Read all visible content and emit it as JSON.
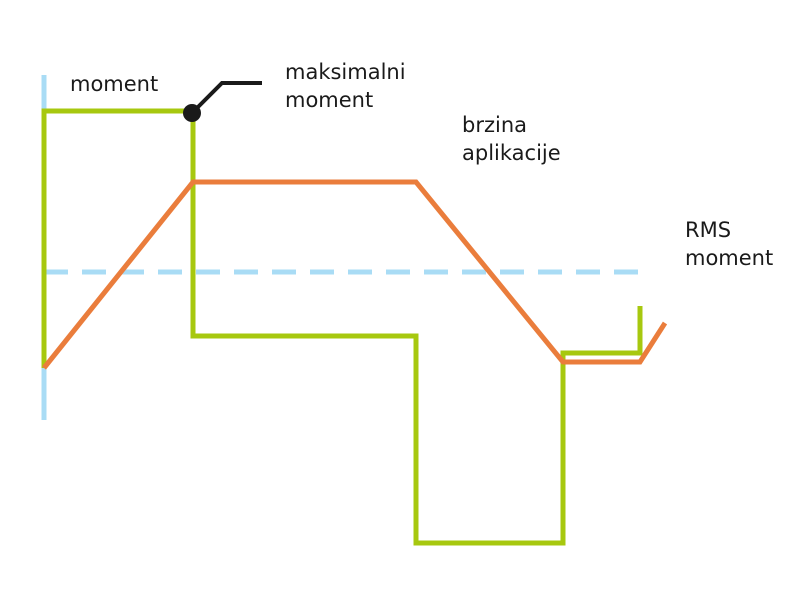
{
  "labels": {
    "moment": "moment",
    "max_moment_line1": "maksimalni",
    "max_moment_line2": "moment",
    "speed_line1": "brzina",
    "speed_line2": "aplikacije",
    "rms_line1": "RMS",
    "rms_line2": "moment"
  },
  "colors": {
    "moment_curve": "#a7c80f",
    "speed_curve": "#ea7d3c",
    "axis_and_rms": "#a9dcf5",
    "marker": "#1a1a1a"
  }
}
